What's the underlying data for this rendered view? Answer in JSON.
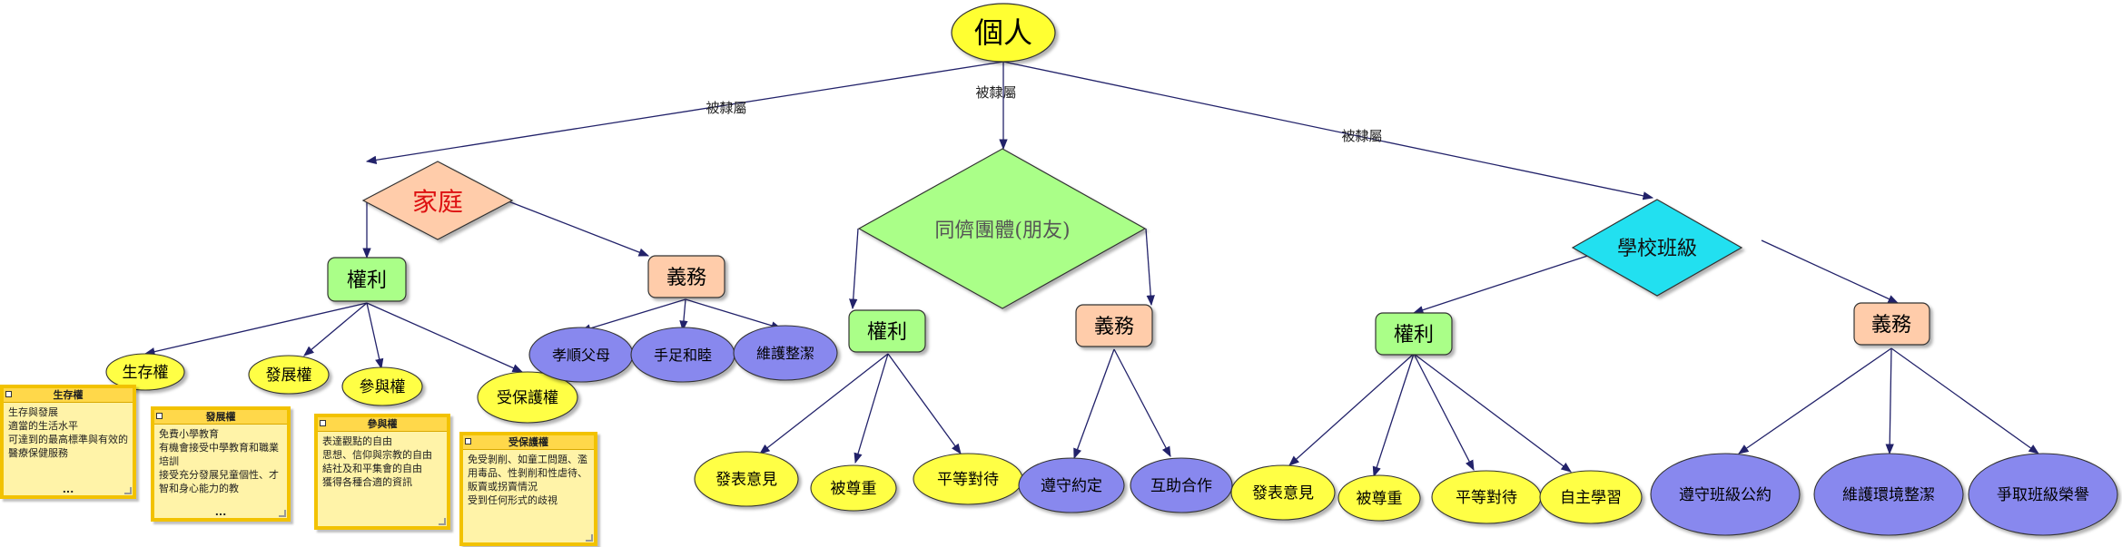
{
  "nodes": {
    "root": "個人",
    "family": "家庭",
    "peers": "同儕團體(朋友)",
    "school": "學校班級",
    "rights": "權利",
    "duties": "義務",
    "family_rights": [
      "生存權",
      "發展權",
      "參與權",
      "受保護權"
    ],
    "family_duties": [
      "孝順父母",
      "手足和睦",
      "維護整潔"
    ],
    "peer_rights": [
      "發表意見",
      "被尊重",
      "平等對待"
    ],
    "peer_duties": [
      "遵守約定",
      "互助合作"
    ],
    "school_rights": [
      "發表意見",
      "被尊重",
      "平等對待",
      "自主學習"
    ],
    "school_duties": [
      "遵守班級公約",
      "維護環境整潔",
      "爭取班級榮譽"
    ]
  },
  "edge_label": "被隸屬",
  "notes": [
    {
      "title": "生存權",
      "body": "生存與發展\n適當的生活水平\n可達到的最高標準與有效的醫療保健服務",
      "more": "..."
    },
    {
      "title": "發展權",
      "body": "免費小學教育\n有機會接受中學教育和職業培訓\n接受充分發展兒童個性、才智和身心能力的教",
      "more": "..."
    },
    {
      "title": "參與權",
      "body": "表達觀點的自由\n思想、信仰與宗教的自由\n結社及和平集會的自由\n獲得各種合適的資訊",
      "more": ""
    },
    {
      "title": "受保護權",
      "body": "免受剝削、如童工問題、濫用毒品、性剝削和性虐待、販賣或拐賣情況\n受到任何形式的歧視",
      "more": ""
    }
  ],
  "colors": {
    "root": "#ffff33",
    "family": "#ffccaa",
    "family_text": "#dd1111",
    "peers": "#aaff88",
    "school": "#22e0f0",
    "rights": "#aaff88",
    "duties": "#ffccaa",
    "leaf_yellow": "#ffff44",
    "leaf_blue": "#8888ee",
    "edge": "#22226a"
  }
}
